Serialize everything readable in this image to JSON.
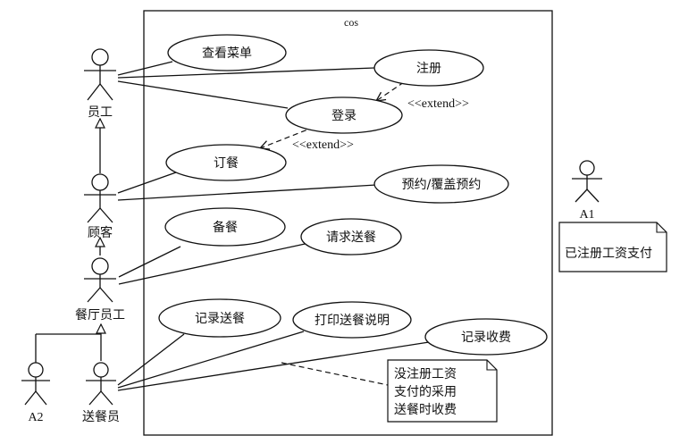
{
  "system": {
    "name": "cos"
  },
  "actors": [
    {
      "id": "employee",
      "label": "员工"
    },
    {
      "id": "customer",
      "label": "顾客"
    },
    {
      "id": "staff",
      "label": "餐厅员工"
    },
    {
      "id": "a2",
      "label": "A2"
    },
    {
      "id": "delivery",
      "label": "送餐员"
    },
    {
      "id": "a1",
      "label": "A1"
    }
  ],
  "use_cases": [
    {
      "id": "view_menu",
      "label": "查看菜单"
    },
    {
      "id": "register",
      "label": "注册"
    },
    {
      "id": "login",
      "label": "登录"
    },
    {
      "id": "order",
      "label": "订餐"
    },
    {
      "id": "reserve",
      "label": "预约/覆盖预约"
    },
    {
      "id": "prepare",
      "label": "备餐"
    },
    {
      "id": "request_delivery",
      "label": "请求送餐"
    },
    {
      "id": "record_delivery",
      "label": "记录送餐"
    },
    {
      "id": "print_delivery",
      "label": "打印送餐说明"
    },
    {
      "id": "record_fee",
      "label": "记录收费"
    }
  ],
  "stereotypes": {
    "extend_1": "<<extend>>",
    "extend_2": "<<extend>>"
  },
  "notes": {
    "unregistered": [
      "没注册工资",
      "支付的采用",
      "送餐时收费"
    ],
    "registered": "已注册工资支付"
  }
}
